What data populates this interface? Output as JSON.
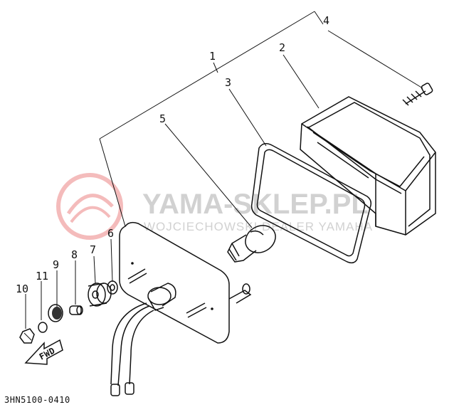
{
  "diagram_code": "3HN5100-0410",
  "watermark": {
    "brand": "YAMA-SKLEP.PL",
    "tagline": "WOJCIECHOWSKI DEALER YAMAHA"
  },
  "fwd_label": "FWD",
  "callouts": [
    "1",
    "2",
    "3",
    "4",
    "5",
    "6",
    "7",
    "8",
    "9",
    "10",
    "11"
  ]
}
